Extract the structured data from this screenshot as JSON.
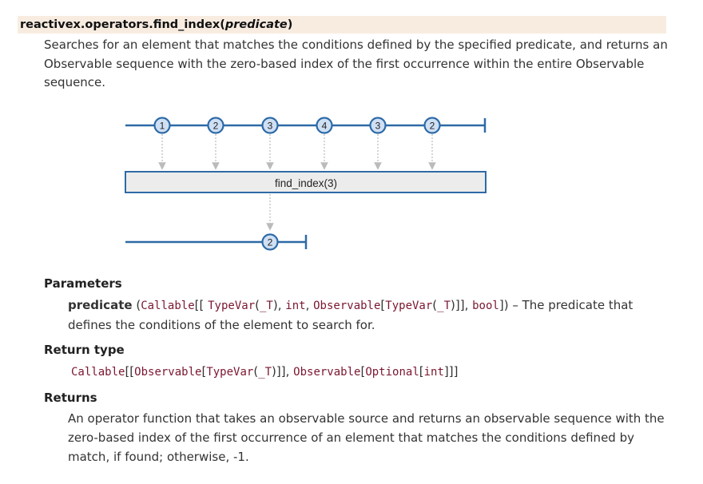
{
  "signature": {
    "name": "reactivex.operators.find_index(",
    "param": "predicate",
    "close": ")"
  },
  "description": "Searches for an element that matches the conditions defined by the specified predicate, and returns an Observable sequence with the zero-based index of the first occurrence within the entire Observable sequence.",
  "marble": {
    "input": [
      "1",
      "2",
      "3",
      "4",
      "3",
      "2"
    ],
    "operator_label": "find_index(3)",
    "output": [
      "2"
    ]
  },
  "parameters": {
    "heading": "Parameters",
    "name": "predicate",
    "type_tokens": {
      "callable": "Callable",
      "typevar": "TypeVar",
      "t": "_T",
      "int": "int",
      "observable": "Observable",
      "bool": "bool"
    },
    "description": "The predicate that defines the conditions of the element to search for."
  },
  "return_type": {
    "heading": "Return type",
    "tokens": {
      "callable": "Callable",
      "observable": "Observable",
      "typevar": "TypeVar",
      "t": "_T",
      "optional": "Optional",
      "int": "int"
    }
  },
  "returns": {
    "heading": "Returns",
    "text": "An operator function that takes an observable source and returns an observable sequence with the zero-based index of the first occurrence of an element that matches the conditions defined by match, if found; otherwise, -1."
  }
}
